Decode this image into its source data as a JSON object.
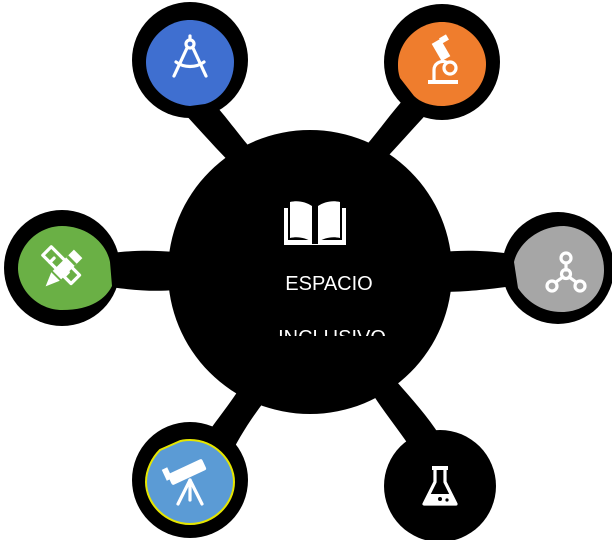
{
  "center": {
    "title_line1": "ESPACIO",
    "title_line2": "INCLUSIVO",
    "icon": "open-book-icon"
  },
  "nodes": [
    {
      "id": "top-left",
      "icon": "drafting-compass-icon",
      "color": "#3f6fd0"
    },
    {
      "id": "top-right",
      "icon": "microscope-icon",
      "color": "#ef7d2d"
    },
    {
      "id": "right",
      "icon": "molecule-icon",
      "color": "#a6a6a6"
    },
    {
      "id": "bottom-right",
      "icon": "flask-icon",
      "color": "#000000"
    },
    {
      "id": "bottom-left",
      "icon": "telescope-icon",
      "color": "#5b9bd5",
      "highlight": "#e6e600"
    },
    {
      "id": "left",
      "icon": "pencil-ruler-icon",
      "color": "#6ab045"
    }
  ],
  "colors": {
    "hub": "#000000",
    "background": "#ffffff",
    "icon": "#ffffff"
  }
}
